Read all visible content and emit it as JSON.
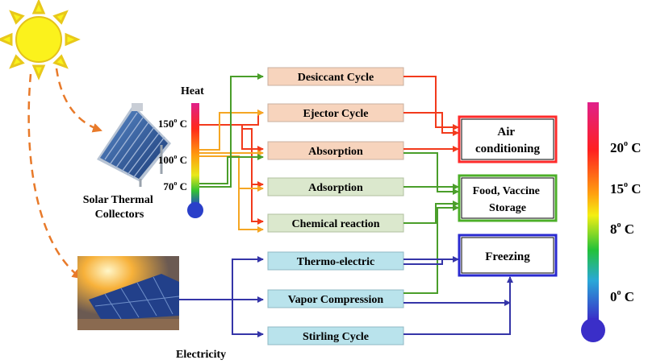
{
  "sources": {
    "solar_thermal_label_line1": "Solar Thermal",
    "solar_thermal_label_line2": "Collectors",
    "electricity_label": "Electricity",
    "heat_label": "Heat"
  },
  "heat_thermometer": {
    "ticks": [
      {
        "value": "150",
        "unit": "C"
      },
      {
        "value": "100",
        "unit": "C"
      },
      {
        "value": "70",
        "unit": "C"
      }
    ]
  },
  "cycles": {
    "desiccant": "Desiccant Cycle",
    "ejector": "Ejector Cycle",
    "absorption": "Absorption",
    "adsorption": "Adsorption",
    "chemical": "Chemical reaction",
    "thermoelectric": "Thermo-electric",
    "vapor": "Vapor Compression",
    "stirling": "Stirling Cycle"
  },
  "applications": {
    "air_line1": "Air",
    "air_line2": "conditioning",
    "food_line1": "Food, Vaccine",
    "food_line2": "Storage",
    "freezing": "Freezing"
  },
  "temp_scale": {
    "ticks": [
      {
        "value": "20",
        "unit": "C"
      },
      {
        "value": "15",
        "unit": "C"
      },
      {
        "value": "8",
        "unit": "C"
      },
      {
        "value": "0",
        "unit": "C"
      }
    ]
  },
  "colors": {
    "red": "#f23a1c",
    "orange": "#f5a623",
    "green": "#4a9e2a",
    "blue": "#3535a8",
    "heat_box": "#f7d4bd",
    "green_box": "#dbe8cd",
    "blue_box": "#b9e3ec"
  }
}
